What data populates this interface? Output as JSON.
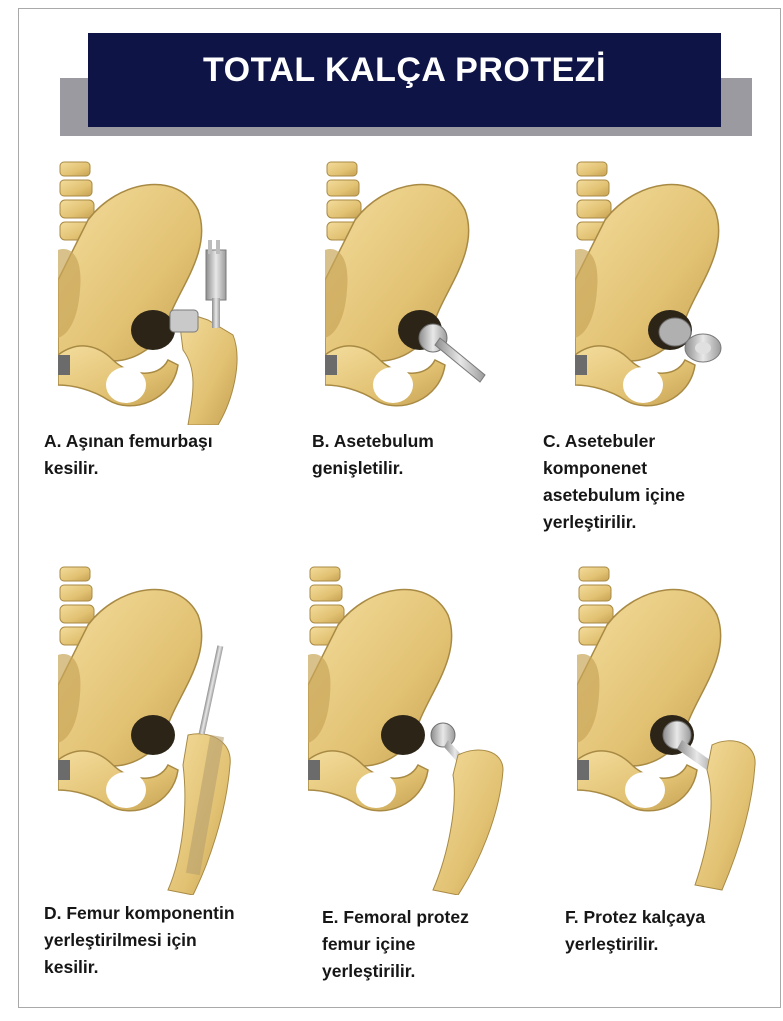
{
  "header": {
    "title": "TOTAL KALÇA PROTEZİ"
  },
  "colors": {
    "title_bar": "#0e1446",
    "title_shadow": "#9a9aa0",
    "bone": "#e6c77e",
    "bone_dark": "#b99648",
    "metal": "#c9c9c9",
    "background": "#ffffff"
  },
  "steps": [
    {
      "caption": "A. Aşınan femurbaşı\nkesilir."
    },
    {
      "caption": "B. Asetebulum\ngenişletilir."
    },
    {
      "caption": "C. Asetebuler\nkomponenet\nasetebulum içine\nyerleştirilir."
    },
    {
      "caption": "D. Femur komponentin\nyerleştirilmesi için\nkesilir."
    },
    {
      "caption": "E. Femoral protez\nfemur içine\nyerleştirilir."
    },
    {
      "caption": "F. Protez kalçaya\nyerleştirilir."
    }
  ]
}
